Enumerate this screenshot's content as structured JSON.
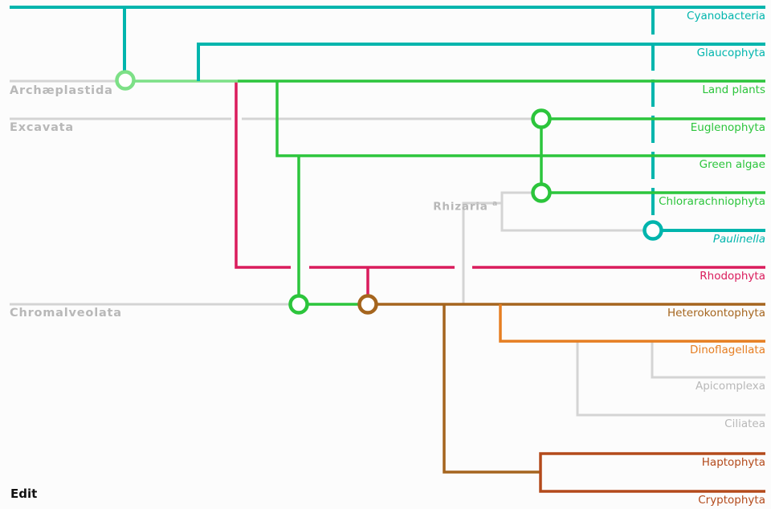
{
  "title_context": "Plastid endosymbiosis phylogeny diagram",
  "edit": {
    "label": "Edit"
  },
  "colors": {
    "teal": "#00b5ad",
    "green": "#2cc53c",
    "light_green": "#7de087",
    "crimson": "#da1c5c",
    "brown": "#a5651e",
    "orange": "#e67e22",
    "rust": "#b34a1b",
    "gray_line": "#d4d4d4",
    "gray_text": "#b8b8b8",
    "background": "#fcfcfc"
  },
  "left_labels": [
    {
      "id": "archaeplastida",
      "text": "Archæplastida"
    },
    {
      "id": "excavata",
      "text": "Excavata"
    },
    {
      "id": "rhizaria",
      "text": "Rhizaria",
      "superscript": "a"
    },
    {
      "id": "chromalveolata",
      "text": "Chromalveolata"
    }
  ],
  "taxa": [
    {
      "name": "Cyanobacteria",
      "color": "teal"
    },
    {
      "name": "Glaucophyta",
      "color": "teal"
    },
    {
      "name": "Land plants",
      "color": "green"
    },
    {
      "name": "Euglenophyta",
      "color": "green"
    },
    {
      "name": "Green algae",
      "color": "green"
    },
    {
      "name": "Chlorarachniophyta",
      "color": "green"
    },
    {
      "name": "Paulinella",
      "color": "teal",
      "italic": true
    },
    {
      "name": "Rhodophyta",
      "color": "crimson"
    },
    {
      "name": "Heterokontophyta",
      "color": "brown"
    },
    {
      "name": "Dinoflagellata",
      "color": "orange"
    },
    {
      "name": "Apicomplexa",
      "color": "gray"
    },
    {
      "name": "Ciliatea",
      "color": "gray"
    },
    {
      "name": "Haptophyta",
      "color": "rust"
    },
    {
      "name": "Cryptophyta",
      "color": "rust"
    }
  ]
}
